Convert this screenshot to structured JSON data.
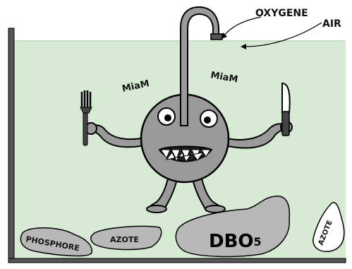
{
  "labels": {
    "oxygen": "OXYGENE",
    "air": "AIR",
    "miam_left": "MiaM",
    "miam_right": "MiaM",
    "phosphore": "PHOSPHORE",
    "azote_center": "AZOTE",
    "dbo_main": "DBO",
    "dbo_sub": "5",
    "azote_right": "AZOTE"
  },
  "colors": {
    "water": "#d7ead3",
    "tank_wall": "#555555",
    "creature_body": "#9a9a9a",
    "pollutant_blob": "#b8b8b8",
    "outline": "#000000"
  }
}
